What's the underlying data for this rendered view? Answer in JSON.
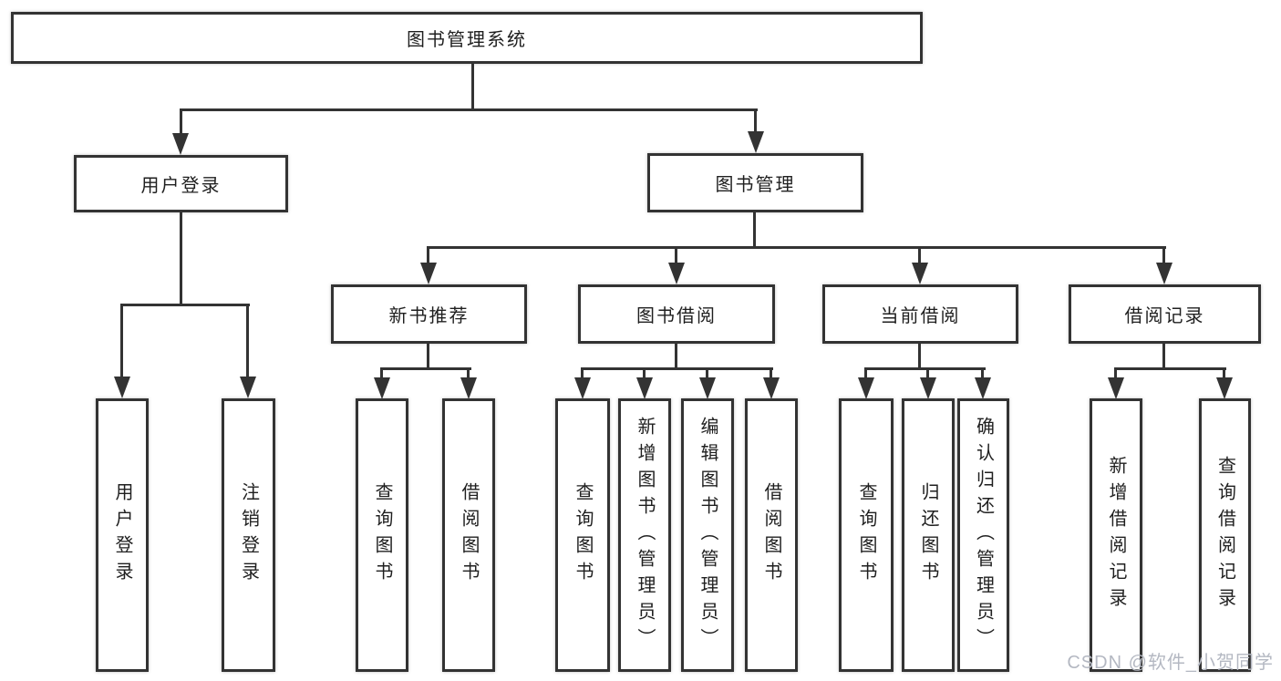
{
  "nodes": {
    "root": "图书管理系统",
    "level2": [
      {
        "label": "用户登录"
      },
      {
        "label": "图书管理"
      }
    ],
    "level3": [
      {
        "label": "新书推荐"
      },
      {
        "label": "图书借阅"
      },
      {
        "label": "当前借阅"
      },
      {
        "label": "借阅记录"
      }
    ],
    "leaves": {
      "user_login": [
        "用户登录",
        "注销登录"
      ],
      "new_book_rec": [
        "查询图书",
        "借阅图书"
      ],
      "book_borrow": [
        "查询图书",
        "新增图书（管理员）",
        "编辑图书（管理员）",
        "借阅图书"
      ],
      "current_borrow": [
        "查询图书",
        "归还图书",
        "确认归还（管理员）"
      ],
      "borrow_record": [
        "新增借阅记录",
        "查询借阅记录"
      ]
    }
  },
  "watermark": {
    "text": "CSDN @软件_小贺同学"
  },
  "colors": {
    "line": "#333333",
    "border": "#333333",
    "text": "#1f1f1f",
    "background": "#ffffff",
    "watermark": "#b4b8c2"
  }
}
